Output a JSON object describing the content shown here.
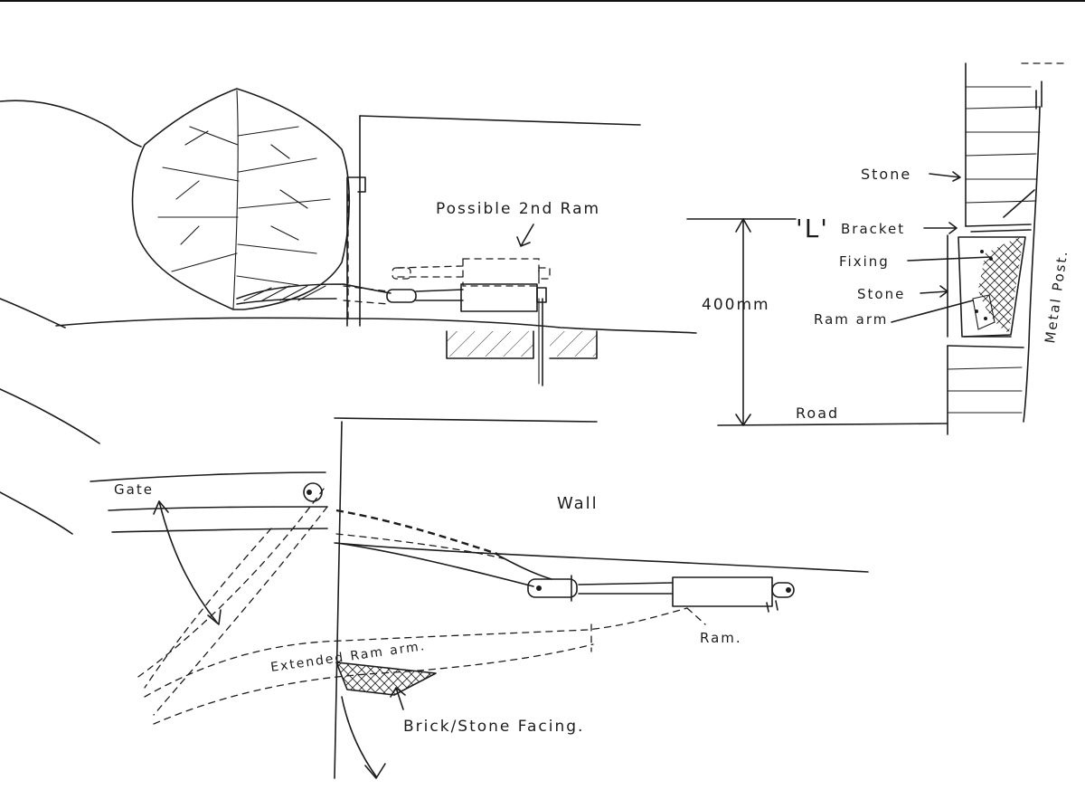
{
  "annotations": {
    "possible_2nd_ram": "Possible 2nd Ram",
    "stone_top": "Stone",
    "l_bracket_mark": "'L'",
    "bracket": "Bracket",
    "fixing": "Fixing",
    "stone_mid": "Stone",
    "ram_arm": "Ram arm",
    "metal_post": "Metal Post.",
    "dimension": "400mm",
    "road": "Road",
    "gate": "Gate",
    "wall": "Wall",
    "extended_ram_arm": "Extended Ram arm.",
    "ram": "Ram.",
    "brick_stone_facing": "Brick/Stone Facing."
  }
}
